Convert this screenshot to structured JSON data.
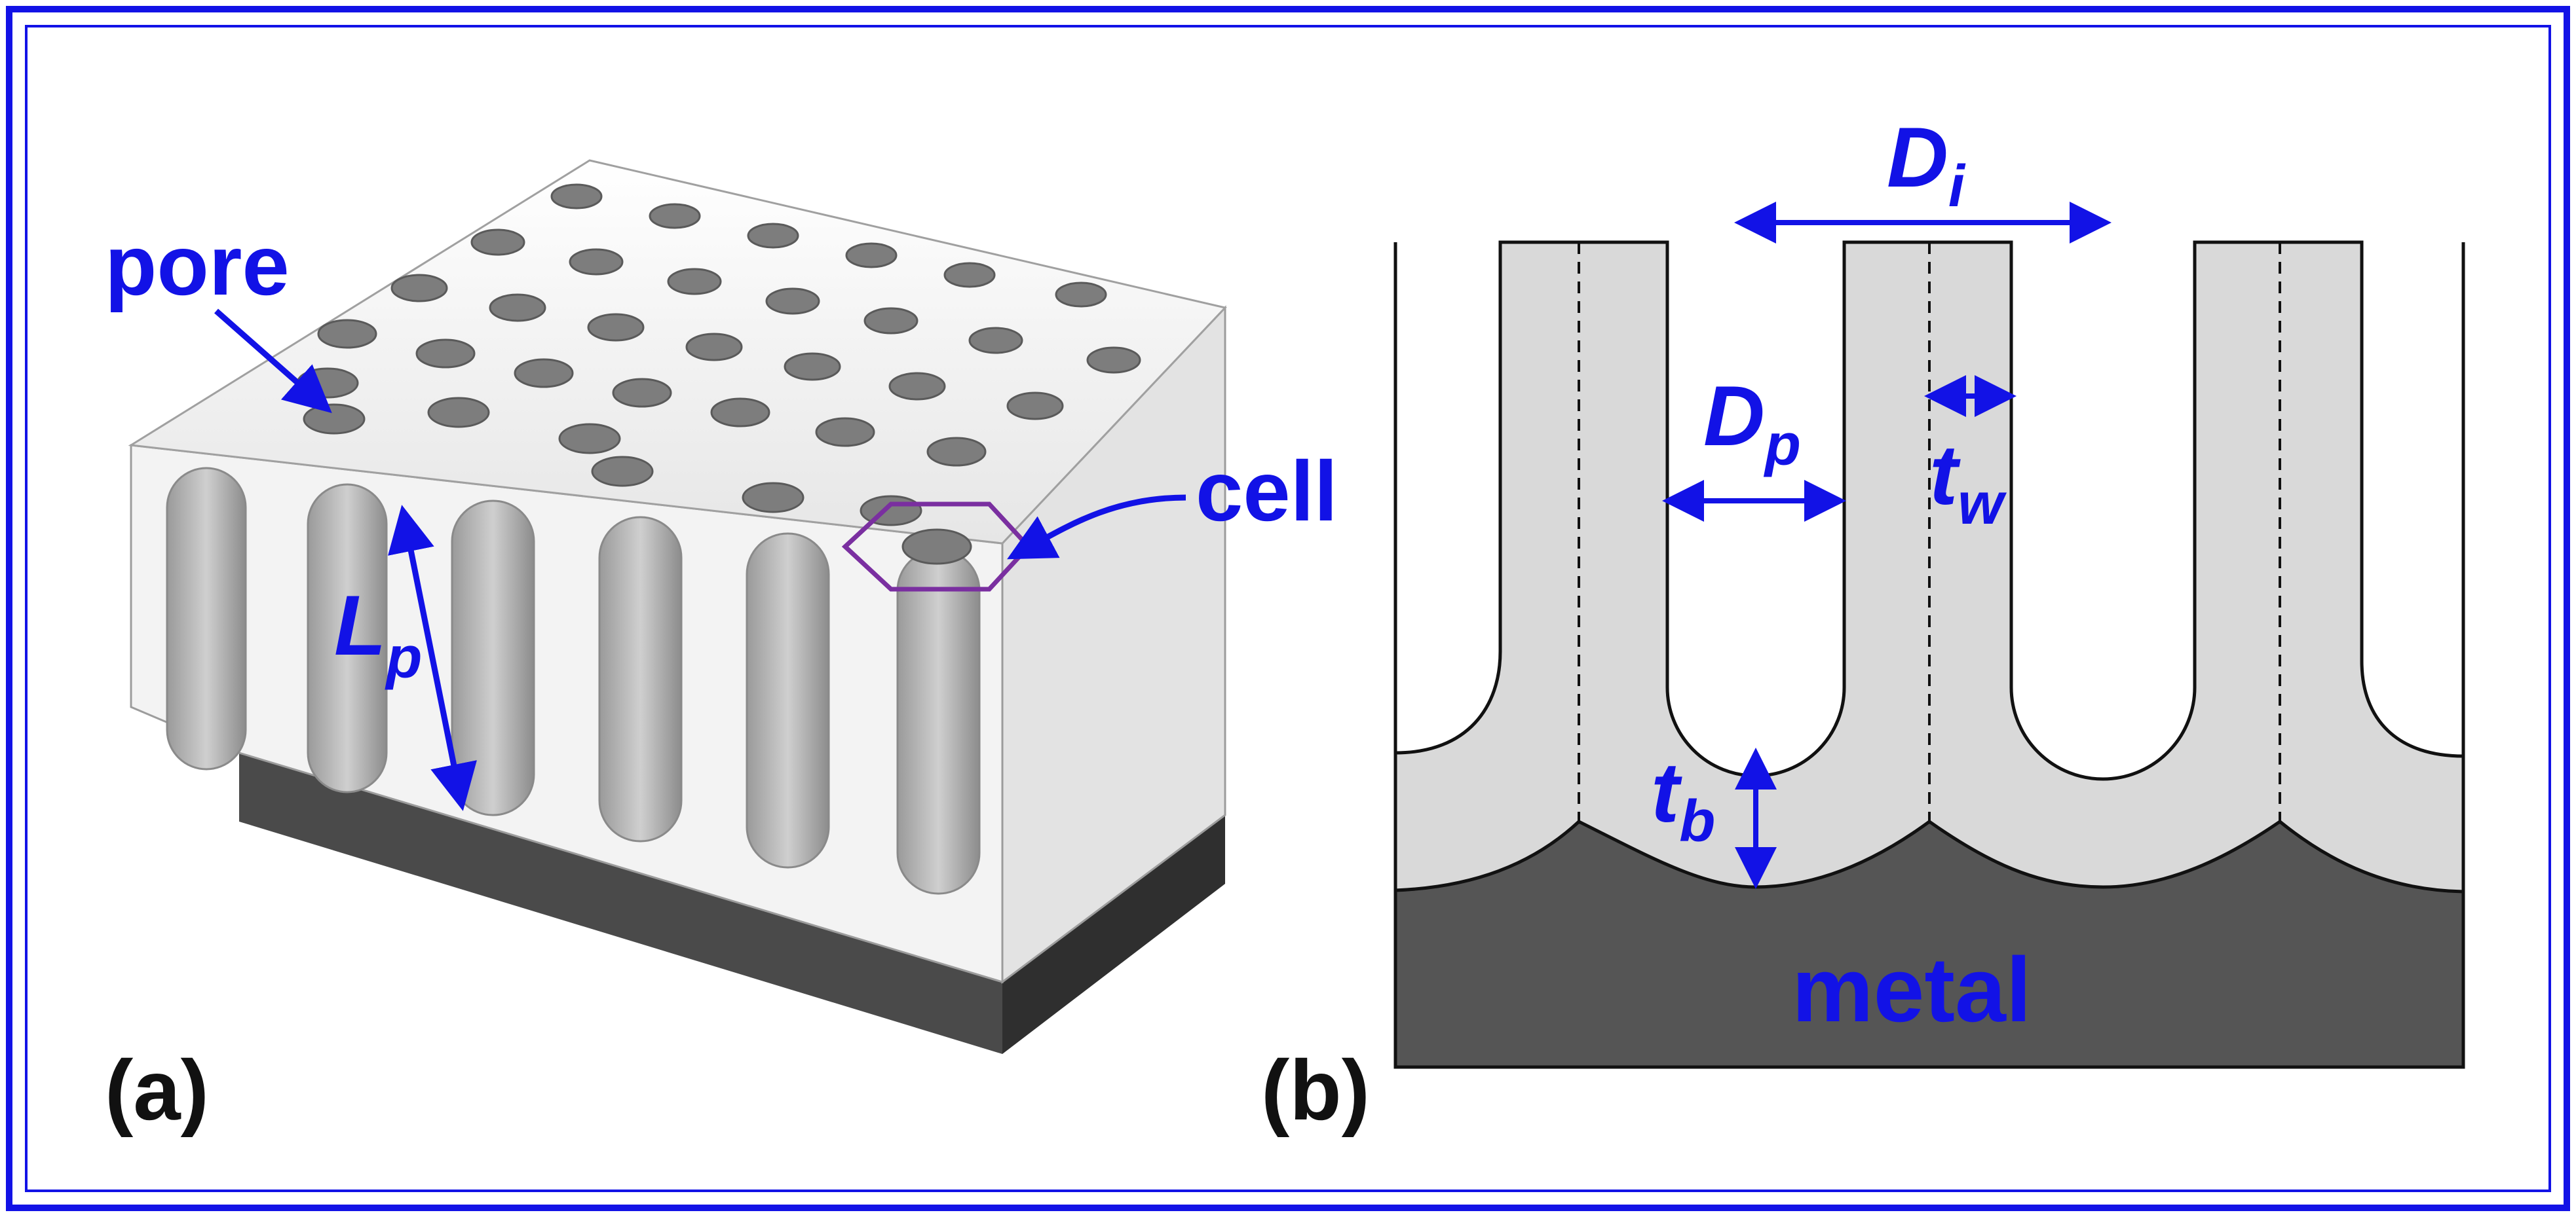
{
  "panel_a": {
    "label": "(a)",
    "annotations": {
      "pore": "pore",
      "cell": "cell",
      "length": {
        "main": "L",
        "sub": "p"
      }
    }
  },
  "panel_b": {
    "label": "(b)",
    "annotations": {
      "interpore_distance": {
        "main": "D",
        "sub": "i"
      },
      "pore_diameter": {
        "main": "D",
        "sub": "p"
      },
      "wall_thickness": {
        "main": "t",
        "sub": "w"
      },
      "barrier_thickness": {
        "main": "t",
        "sub": "b"
      },
      "substrate": "metal"
    }
  },
  "colors": {
    "frame": "#1212e6",
    "annotation": "#1212e6",
    "cell_outline": "#7a2fa0",
    "oxide": "#d9d9d9",
    "metal": "#555555",
    "text": "#111111"
  }
}
